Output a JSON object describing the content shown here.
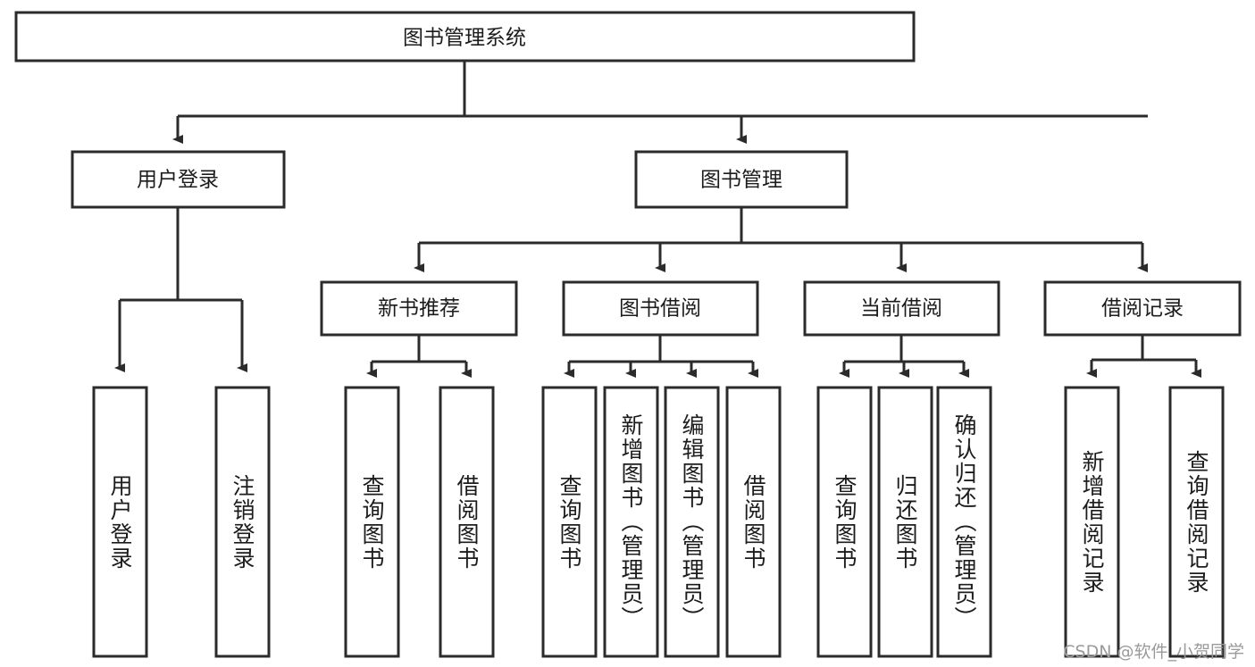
{
  "diagram": {
    "title": "图书管理系统",
    "type": "tree-hierarchy-chart",
    "watermark": "CSDN @软件_小贺同学",
    "colors": {
      "box_stroke": "#2b2b2b",
      "box_fill": "#ffffff",
      "text": "#1c1c1c",
      "connector": "#2b2b2b",
      "watermark": "#9a9a9a"
    },
    "root": {
      "label": "图书管理系统"
    },
    "level2": [
      {
        "label": "用户登录"
      },
      {
        "label": "图书管理"
      }
    ],
    "level3": [
      {
        "label": "新书推荐"
      },
      {
        "label": "图书借阅"
      },
      {
        "label": "当前借阅"
      },
      {
        "label": "借阅记录"
      }
    ],
    "leaves": {
      "user_login": [
        {
          "label": "用户登录"
        },
        {
          "label": "注销登录"
        }
      ],
      "new_book_recommend": [
        {
          "label": "查询图书"
        },
        {
          "label": "借阅图书"
        }
      ],
      "book_borrow": [
        {
          "label": "查询图书"
        },
        {
          "label": "新增图书（管理员）"
        },
        {
          "label": "编辑图书（管理员）"
        },
        {
          "label": "借阅图书"
        }
      ],
      "current_borrow": [
        {
          "label": "查询图书"
        },
        {
          "label": "归还图书"
        },
        {
          "label": "确认归还（管理员）"
        }
      ],
      "borrow_record": [
        {
          "label": "新增借阅记录"
        },
        {
          "label": "查询借阅记录"
        }
      ]
    }
  }
}
